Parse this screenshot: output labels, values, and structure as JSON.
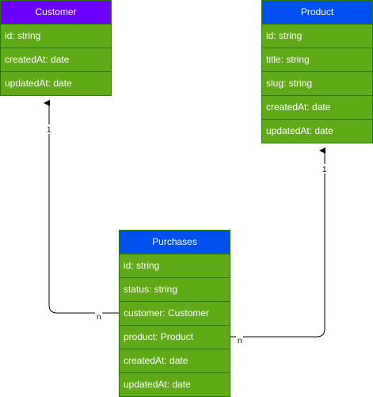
{
  "colors": {
    "customer_header": "#6a00ff",
    "product_header": "#0050ef",
    "purchases_header": "#0050ef",
    "field_fill": "#60a917",
    "field_border": "#2d7600",
    "text": "#ffffff",
    "line": "#000000"
  },
  "entities": {
    "customer": {
      "title": "Customer",
      "fields": [
        "id: string",
        "createdAt: date",
        "updatedAt: date"
      ]
    },
    "product": {
      "title": "Product",
      "fields": [
        "id: string",
        "title: string",
        "slug: string",
        "createdAt: date",
        "updatedAt: date"
      ]
    },
    "purchases": {
      "title": "Purchases",
      "fields": [
        "id: string",
        "status: string",
        "customer: Customer",
        "product: Product",
        "createdAt: date",
        "updatedAt: date"
      ]
    }
  },
  "relations": {
    "customer_link": {
      "one_label": "1",
      "many_label": "n"
    },
    "product_link": {
      "one_label": "1",
      "many_label": "n"
    }
  }
}
